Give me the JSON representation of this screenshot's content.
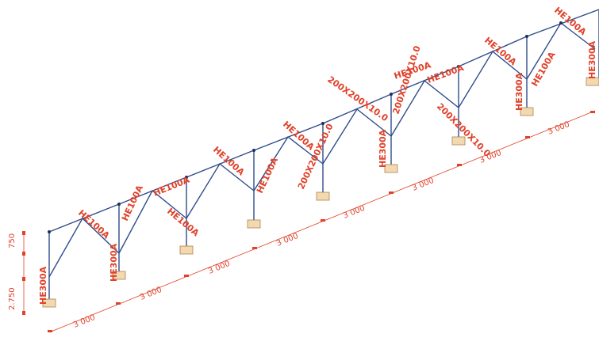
{
  "colors": {
    "member": "#2f4d8c",
    "label": "#e0412a",
    "support": "#f3d9b0",
    "background": "#ffffff"
  },
  "labels": {
    "l1": "HE100A",
    "l2": "HE100A",
    "l3": "HE300A",
    "l4": "HE300A",
    "l5": "HE100A",
    "l6": "HE100A",
    "l7": "HE100A",
    "l8": "HE100A",
    "l9": "HE100A",
    "l10": "200X200X10.0",
    "l11": "HE100A",
    "l12": "200X200X10.0",
    "l13": "HE300A",
    "l14": "200X200X10.0",
    "l15": "HE100A",
    "l16": "200X200X10.0",
    "l17": "HE100A",
    "l18": "HE100A",
    "l19": "HE100A",
    "l20": "HE300A",
    "l21": "HE300A"
  },
  "dimensions": {
    "spans": [
      "3 000",
      "3 000",
      "3 000",
      "3 000",
      "3 000",
      "3 000",
      "3 000",
      "3 000"
    ],
    "heights": [
      "2.750",
      "750"
    ]
  }
}
